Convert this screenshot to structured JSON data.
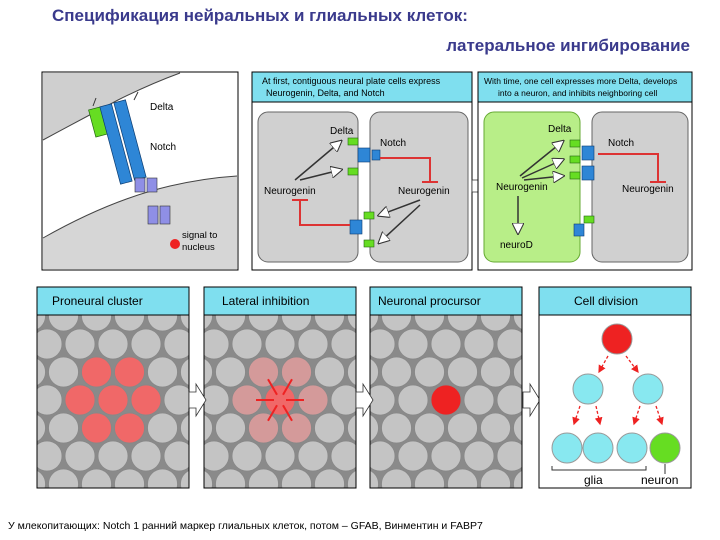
{
  "title": {
    "line1": "Спецификация нейральных и глиальных клеток:",
    "line2": "латеральное ингибирование"
  },
  "top_diagram": {
    "delta_label": "Delta",
    "notch_label": "Notch",
    "signal_label_1": "signal to",
    "signal_label_2": "nucleus"
  },
  "middle_left": {
    "caption_1": "At first, contiguous neural plate cells express",
    "caption_2": "Neurogenin, Delta, and Notch",
    "cell_a_delta": "Delta",
    "cell_a_neurogenin": "Neurogenin",
    "cell_b_notch": "Notch",
    "cell_b_neurogenin": "Neurogenin"
  },
  "middle_right": {
    "caption_1": "With time, one cell expresses more Delta, develops",
    "caption_2": "into a neuron, and inhibits neighboring cell",
    "cell_a_delta": "Delta",
    "cell_a_neurogenin": "Neurogenin",
    "cell_a_neurod": "neuroD",
    "cell_b_notch": "Notch",
    "cell_b_neurogenin": "Neurogenin"
  },
  "panels": [
    {
      "header": "Proneural cluster"
    },
    {
      "header": "Lateral inhibition"
    },
    {
      "header": "Neuronal procursor"
    },
    {
      "header": "Cell division"
    }
  ],
  "cell_division": {
    "glia_label": "glia",
    "neuron_label": "neuron"
  },
  "colors": {
    "title": "#3a3a8c",
    "cyan_header": "#7fdfef",
    "red": "#ee2222",
    "light_red": "#f06868",
    "green": "#66dd22",
    "light_cyan": "#88e8f0",
    "cell_gray": "#c4c4c4"
  },
  "footer": "У млекопитающих: Notch 1 ранний маркер глиальных клеток, потом – GFAB, Винментин и FABP7"
}
